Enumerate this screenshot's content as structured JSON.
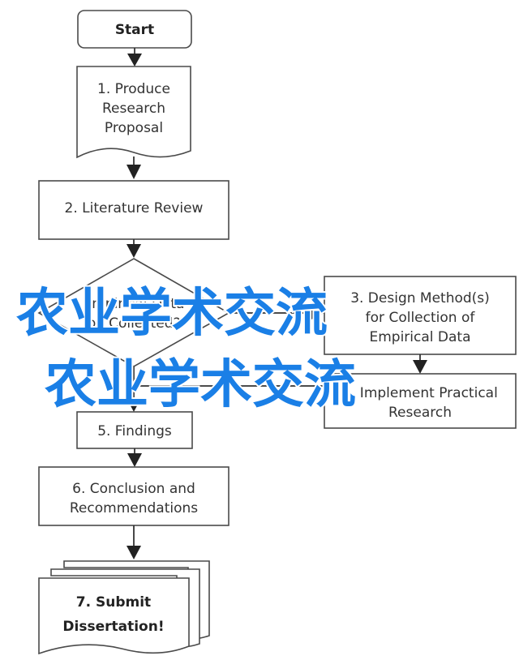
{
  "flowchart": {
    "start": "Start",
    "step1": [
      "1. Produce",
      "Research",
      "Proposal"
    ],
    "step2": "2. Literature Review",
    "decision": [
      "Empirical Data",
      "be Collected?"
    ],
    "step3": [
      "3. Design Method(s)",
      "for Collection of",
      "Empirical Data"
    ],
    "step4": [
      "4. Implement Practical",
      "Research"
    ],
    "step5": "5. Findings",
    "step6": [
      "6. Conclusion and",
      "Recommendations"
    ],
    "step7": [
      "7. Submit",
      "Dissertation!"
    ]
  },
  "watermark": {
    "line1": "农业学术交流",
    "line2": "农业学术交流"
  },
  "colors": {
    "watermark": "#1a7fe6",
    "stroke": "#4a4a4a"
  }
}
